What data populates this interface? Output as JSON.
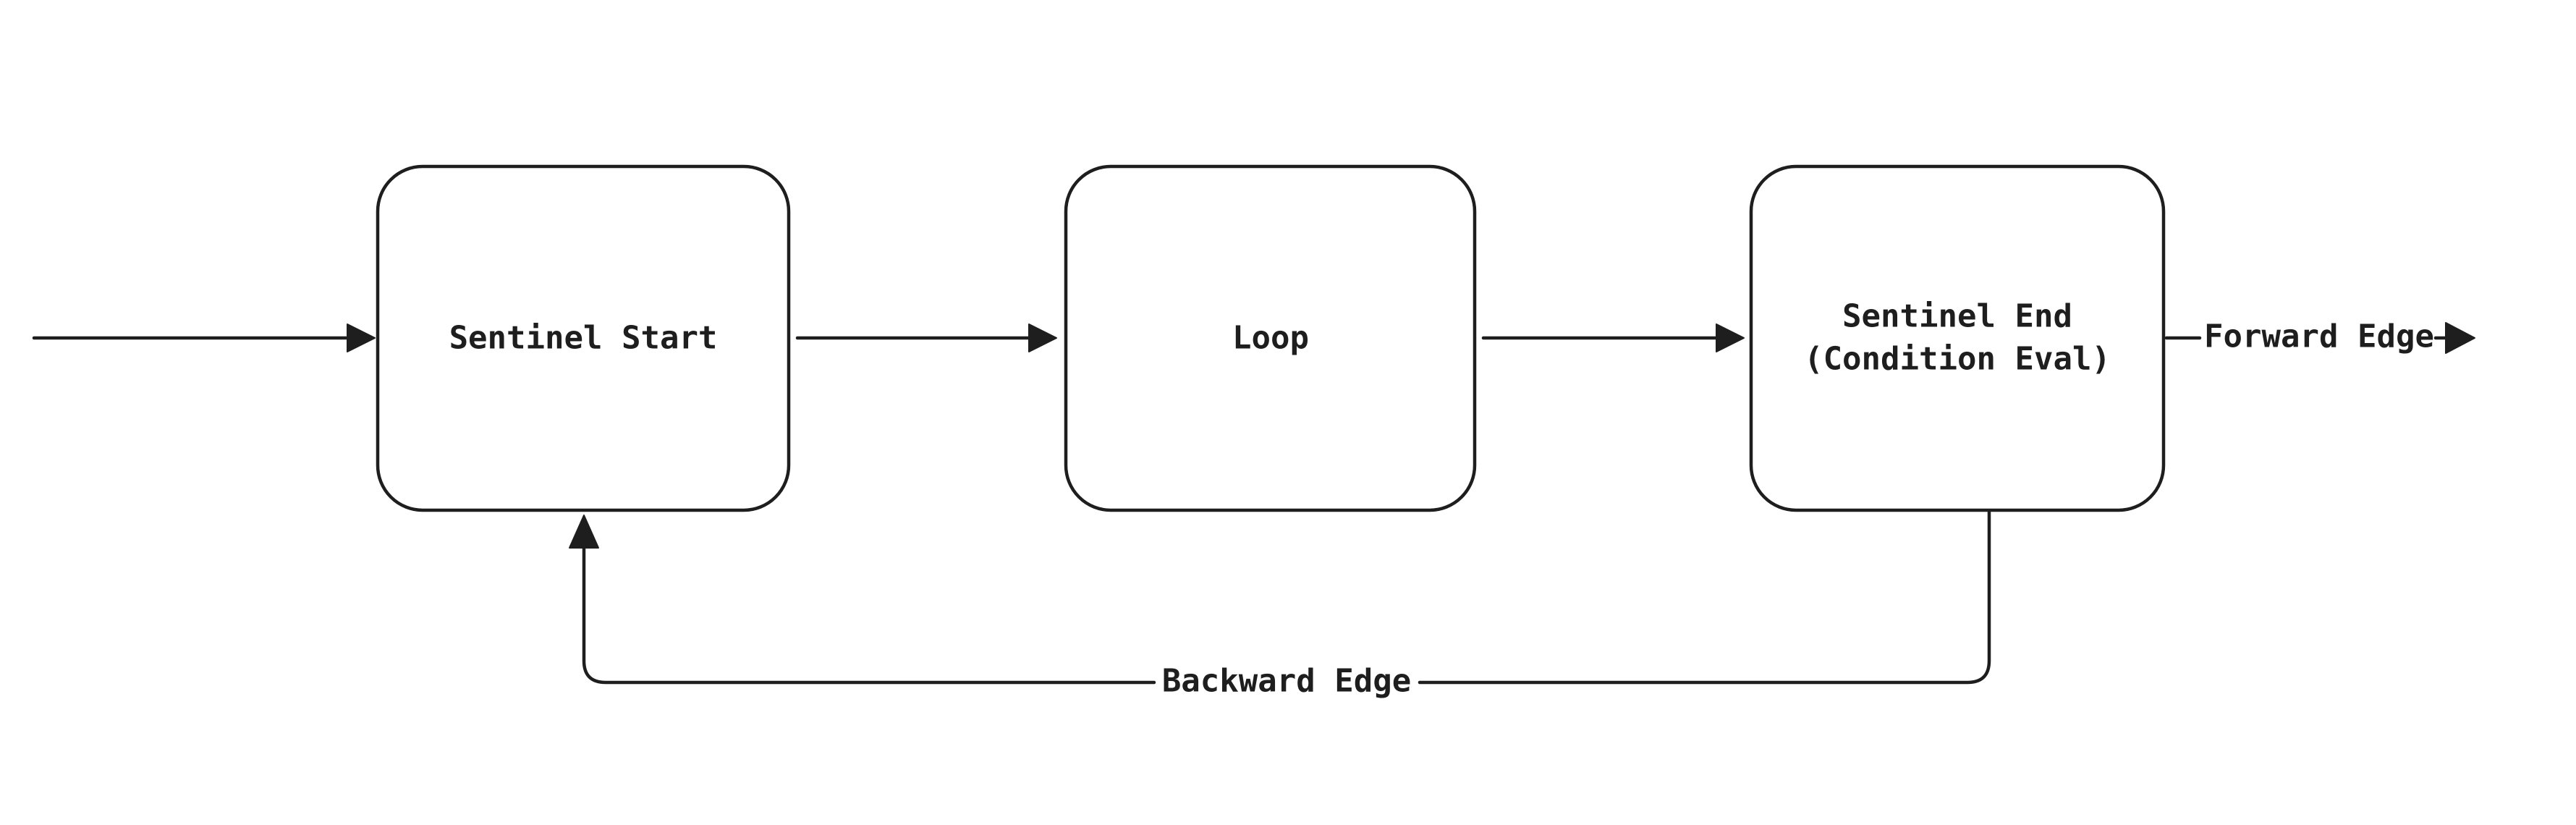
{
  "diagram": {
    "background_color": "#ffffff",
    "stroke_color": "#1e1e1e",
    "nodes": [
      {
        "id": "sentinel-start",
        "label": "Sentinel Start"
      },
      {
        "id": "loop",
        "label": "Loop"
      },
      {
        "id": "sentinel-end",
        "label_lines": [
          "Sentinel End",
          "(Condition Eval)"
        ]
      }
    ],
    "edges": {
      "forward_label": "Forward Edge",
      "backward_label": "Backward Edge"
    }
  }
}
